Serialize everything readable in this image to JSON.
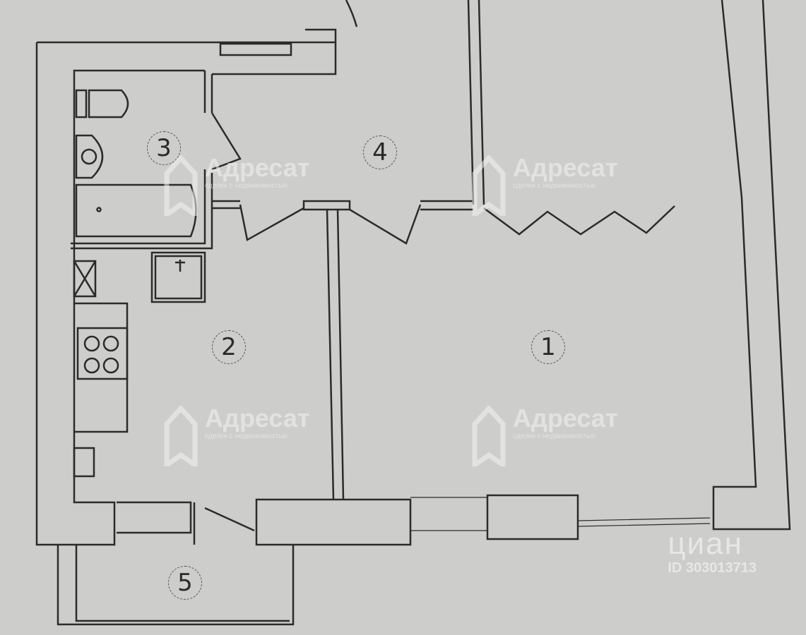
{
  "rooms": {
    "r1": "1",
    "r2": "2",
    "r3": "3",
    "r4": "4",
    "r5": "5"
  },
  "watermark": {
    "name": "Адресат",
    "subtitle": "сделки с недвижимостью"
  },
  "cian": {
    "name": "циан",
    "id": "ID 303013713"
  },
  "colors": {
    "background": "#cdcdcb",
    "wall_fill": "#cfcfcd",
    "wall_stroke": "#2b2b2b",
    "watermark": "#f4f4f4"
  }
}
